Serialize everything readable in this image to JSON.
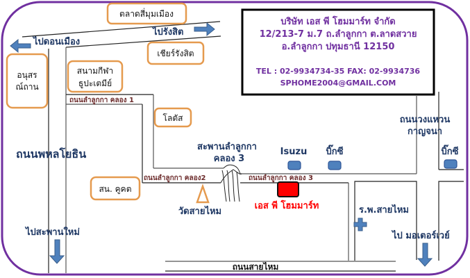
{
  "company": {
    "name": "บริษัท เอส พี โฮมมาร์ท จำกัด",
    "address_line1": "12/213-7 ม.7 ถ.ลำลูกกา ต.ลาดสวาย",
    "address_line2": "อ.ลำลูกกา ปทุมธานี 12150",
    "phone_fax": "TEL : 02-9934734-35  FAX: 02-9934736",
    "email": "SPHOME2004@GMAIL.COM"
  },
  "landmarks": {
    "market": "ตลาดสี่มุมเมือง",
    "cheer_rangsit": "เชียร์รังสิต",
    "monument_1": "อนุสร",
    "monument_2": "ณ์ถาน",
    "stadium_1": "สนามกีฬา",
    "stadium_2": "ธูปะเตมีย์",
    "lotus": "โลตัส",
    "police": "สน. คูคต",
    "temple": "วัดสายไหม",
    "isuzu": "Isuzu",
    "bigc_1": "บิ๊กซี",
    "bigc_2": "บิ๊กซี",
    "hospital": "ร.พ.สายไหม",
    "destination": "เอส พี โฮมมาร์ท",
    "bridge_1": "สะพานลำลูกกา",
    "bridge_2": "คลอง 3"
  },
  "roads": {
    "phahon": "ถนนพหลโยธิน",
    "klong1": "ถนนลำลูกกา คลอง 1",
    "klong2": "ถนนลำลูกกา คลอง2",
    "klong3": "ถนนลำลูกกา คลอง 3",
    "saimai": "ถนนสายไหม",
    "ring_1": "ถนนวงแหวน",
    "ring_2": "กาญจนา"
  },
  "directions": {
    "to_rangsit": "ไปรังสิต",
    "to_donmueang": "ไปดอนเมือง",
    "to_saphanmai": "ไปสะพานใหม่",
    "to_motorway": "ไป มอเตอร์เวย์"
  },
  "colors": {
    "frame": "#7030a0",
    "label_border": "#e59a4e",
    "destination": "#ff0000",
    "nav_text": "#1f3864",
    "arrow": "#4f81bd"
  }
}
